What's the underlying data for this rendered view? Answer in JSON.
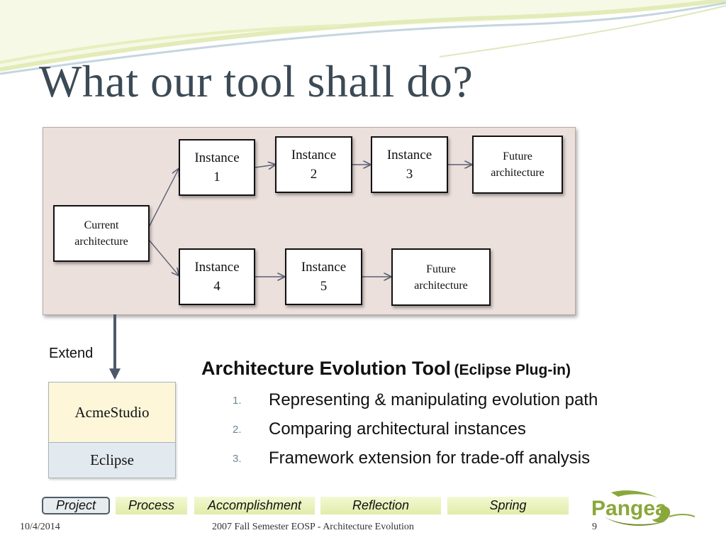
{
  "slide": {
    "title": "What our tool shall do?",
    "diagram": {
      "current": "Current\narchitecture",
      "instance1": "Instance\n1",
      "instance2": "Instance\n2",
      "instance3": "Instance\n3",
      "future_top": "Future\narchitecture",
      "instance4": "Instance\n4",
      "instance5": "Instance\n5",
      "future_bottom": "Future\narchitecture"
    },
    "extend_label": "Extend",
    "stack": {
      "top": "AcmeStudio",
      "bottom": "Eclipse"
    },
    "tool_heading": "Architecture Evolution Tool",
    "tool_subheading": "(Eclipse Plug-in)",
    "features": [
      {
        "num": "1.",
        "text": "Representing & manipulating evolution path"
      },
      {
        "num": "2.",
        "text": "Comparing architectural instances"
      },
      {
        "num": "3.",
        "text": "Framework extension for trade-off analysis"
      }
    ]
  },
  "nav": {
    "tabs": [
      "Project",
      "Process",
      "Accomplishment",
      "Reflection",
      "Spring"
    ],
    "active": "Project"
  },
  "logo_text": "Pangea",
  "footer": {
    "date": "10/4/2014",
    "caption": "2007 Fall Semester EOSP - Architecture Evolution",
    "page": "9"
  },
  "colors": {
    "title": "#3b4a55",
    "panel": "#ece0dd",
    "nav_tab": "#e9f0b8",
    "logo_green": "#8aa83a",
    "accent_number": "#6c8794"
  }
}
